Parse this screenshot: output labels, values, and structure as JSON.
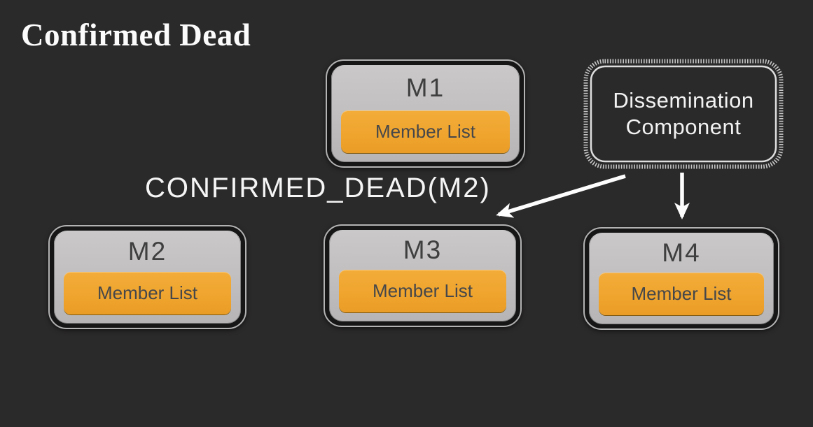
{
  "slide": {
    "title": "Confirmed Dead"
  },
  "nodes": [
    {
      "label": "M1",
      "button_label": "Member List"
    },
    {
      "label": "M2",
      "button_label": "Member List"
    },
    {
      "label": "M3",
      "button_label": "Member List"
    },
    {
      "label": "M4",
      "button_label": "Member List"
    }
  ],
  "dissemination": {
    "line1": "Dissemination",
    "line2": "Component"
  },
  "message": {
    "label": "CONFIRMED_DEAD(M2)"
  },
  "colors": {
    "background": "#2b2a2a",
    "node_fill": "#c0bebe",
    "node_ring": "#161616",
    "node_outline": "#b3b3b3",
    "accent_orange": "#efa42e",
    "node_text": "#45474a",
    "light_text": "#f5f5f5",
    "arrow": "#fdfdfd"
  }
}
